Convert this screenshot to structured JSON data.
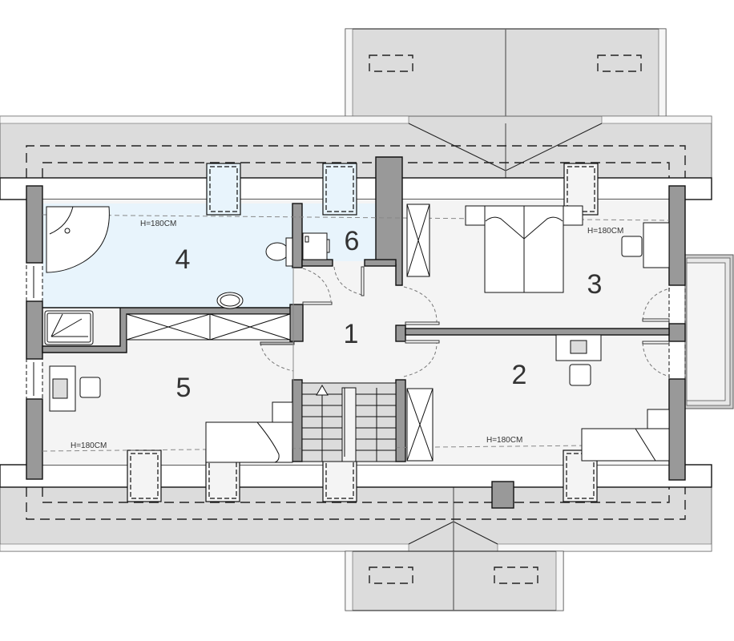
{
  "plan": {
    "type": "attic floor plan",
    "colors": {
      "roof": "#dcdcdc",
      "wall": "#999999",
      "floor": "#f4f4f4",
      "wet_room": "#e8f4fc",
      "outline": "#111111",
      "text": "#333333"
    },
    "rooms": [
      {
        "id": "1",
        "label": "1",
        "kind": "hall"
      },
      {
        "id": "2",
        "label": "2",
        "kind": "room"
      },
      {
        "id": "3",
        "label": "3",
        "kind": "bedroom"
      },
      {
        "id": "4",
        "label": "4",
        "kind": "bathroom"
      },
      {
        "id": "5",
        "label": "5",
        "kind": "room"
      },
      {
        "id": "6",
        "label": "6",
        "kind": "wc"
      }
    ],
    "height_labels": [
      {
        "room": "4",
        "text": "H=180CM"
      },
      {
        "room": "3",
        "text": "H=180CM"
      },
      {
        "room": "5",
        "text": "H=180CM"
      },
      {
        "room": "2",
        "text": "H=180CM"
      }
    ]
  }
}
